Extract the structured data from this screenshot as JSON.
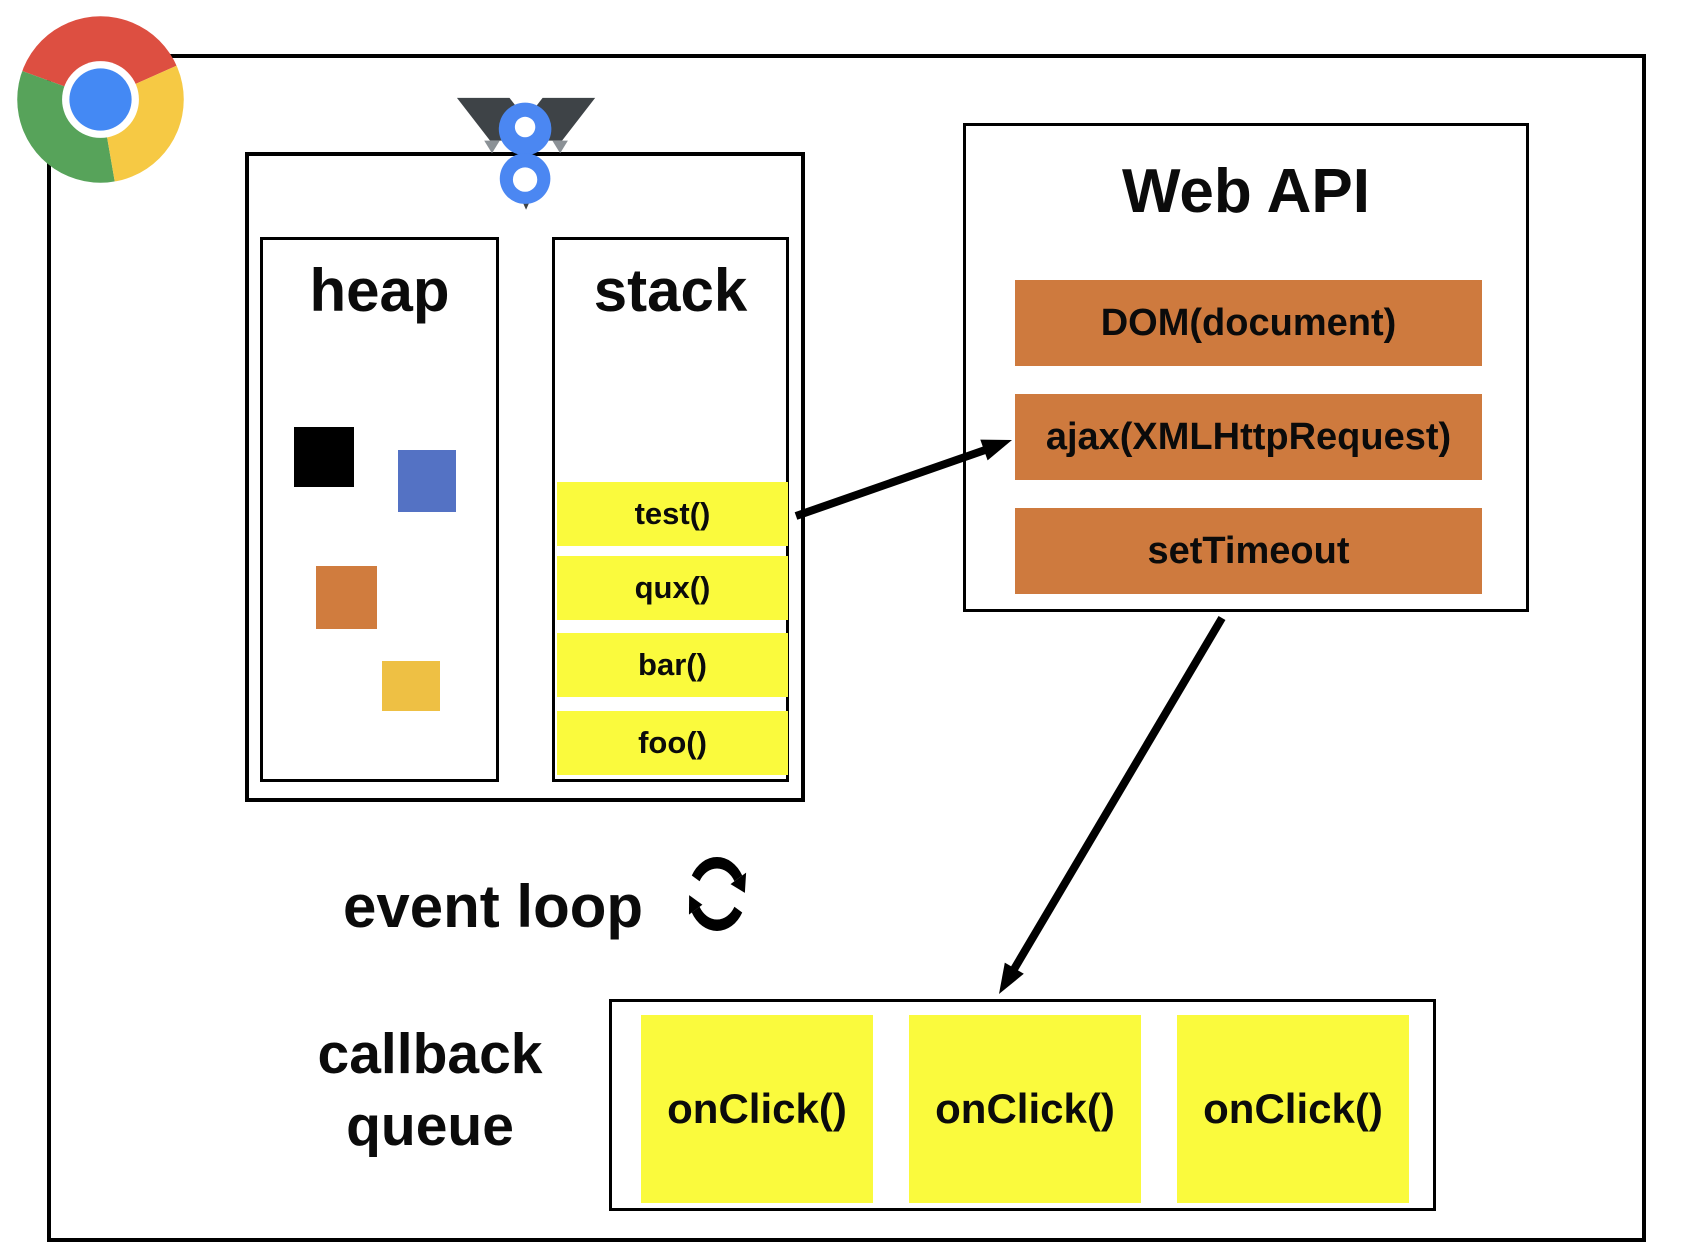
{
  "icons": {
    "chrome": "chrome-browser-logo",
    "v8": "v8-engine-logo",
    "event_loop_cycle": "cycle-arrows-icon"
  },
  "engine": {
    "heap": {
      "label": "heap",
      "squares": [
        {
          "name": "black-square",
          "color": "#000000"
        },
        {
          "name": "blue-square",
          "color": "#5472C4"
        },
        {
          "name": "orange-square",
          "color": "#D07C3E"
        },
        {
          "name": "yellow-square",
          "color": "#EEC044"
        }
      ]
    },
    "stack": {
      "label": "stack",
      "frame_color": "#FAFA3D",
      "frames": [
        {
          "label": "test()"
        },
        {
          "label": "qux()"
        },
        {
          "label": "bar()"
        },
        {
          "label": "foo()"
        }
      ]
    }
  },
  "web_api": {
    "title": "Web API",
    "item_color": "#CE7A3E",
    "items": [
      {
        "label": "DOM(document)"
      },
      {
        "label": "ajax(XMLHttpRequest)"
      },
      {
        "label": "setTimeout"
      }
    ]
  },
  "event_loop": {
    "label": "event loop"
  },
  "callback_queue": {
    "label": "callback queue",
    "item_color": "#FAFA3D",
    "items": [
      {
        "label": "onClick()"
      },
      {
        "label": "onClick()"
      },
      {
        "label": "onClick()"
      }
    ]
  }
}
